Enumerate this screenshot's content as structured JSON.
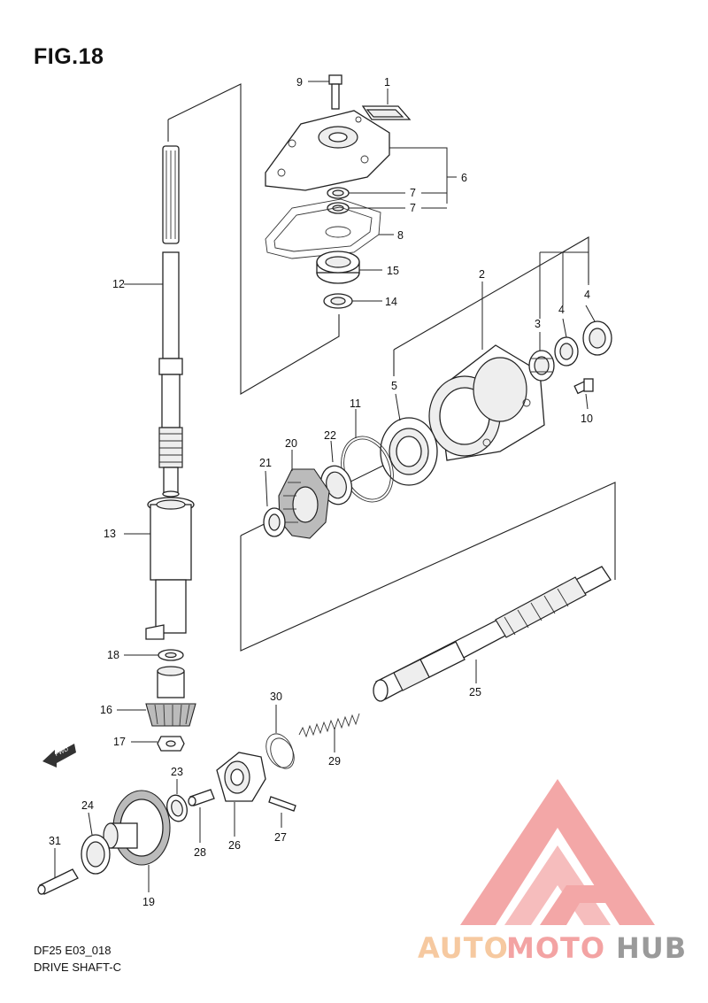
{
  "figure": {
    "title": "FIG.18",
    "code": "DF25 E03_018",
    "subtitle": "DRIVE SHAFT-C"
  },
  "fwd_label": "FWD",
  "callouts": [
    {
      "id": "1",
      "label": "1"
    },
    {
      "id": "2",
      "label": "2"
    },
    {
      "id": "3",
      "label": "3"
    },
    {
      "id": "4a",
      "label": "4"
    },
    {
      "id": "4b",
      "label": "4"
    },
    {
      "id": "5",
      "label": "5"
    },
    {
      "id": "6",
      "label": "6"
    },
    {
      "id": "7a",
      "label": "7"
    },
    {
      "id": "7b",
      "label": "7"
    },
    {
      "id": "8",
      "label": "8"
    },
    {
      "id": "9",
      "label": "9"
    },
    {
      "id": "10",
      "label": "10"
    },
    {
      "id": "11",
      "label": "11"
    },
    {
      "id": "12",
      "label": "12"
    },
    {
      "id": "13",
      "label": "13"
    },
    {
      "id": "14",
      "label": "14"
    },
    {
      "id": "15",
      "label": "15"
    },
    {
      "id": "16",
      "label": "16"
    },
    {
      "id": "17",
      "label": "17"
    },
    {
      "id": "18",
      "label": "18"
    },
    {
      "id": "19",
      "label": "19"
    },
    {
      "id": "20",
      "label": "20"
    },
    {
      "id": "21",
      "label": "21"
    },
    {
      "id": "22",
      "label": "22"
    },
    {
      "id": "23",
      "label": "23"
    },
    {
      "id": "24",
      "label": "24"
    },
    {
      "id": "25",
      "label": "25"
    },
    {
      "id": "26",
      "label": "26"
    },
    {
      "id": "27",
      "label": "27"
    },
    {
      "id": "28",
      "label": "28"
    },
    {
      "id": "29",
      "label": "29"
    },
    {
      "id": "30",
      "label": "30"
    },
    {
      "id": "31",
      "label": "31"
    }
  ],
  "watermark": {
    "text_a": "AUTO",
    "text_b": "MOTO",
    "text_c": "HUB",
    "color_a": "#f6c9a0",
    "color_b": "#f3a3a3",
    "color_c": "#9a9a9a",
    "logo_color": "#f08a8a"
  }
}
